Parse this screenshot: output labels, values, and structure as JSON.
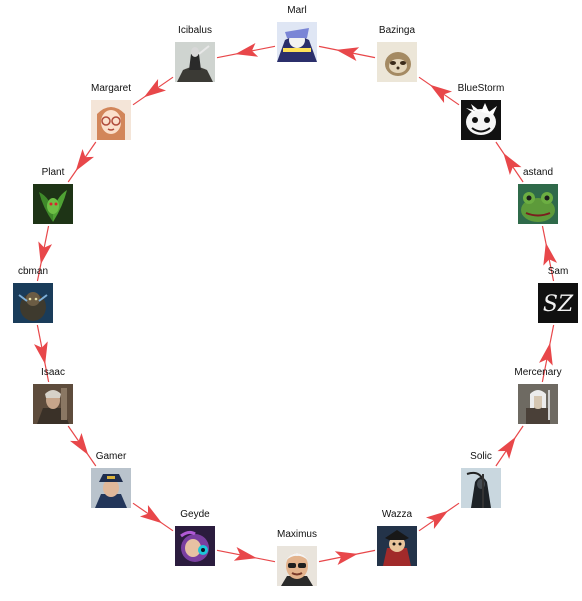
{
  "graph": {
    "edge_color": "#e8474a",
    "nodes": [
      {
        "label": "Marl",
        "icon": "anime-knight-avatar-icon"
      },
      {
        "label": "Bazinga",
        "icon": "sloth-avatar-icon"
      },
      {
        "label": "BlueStorm",
        "icon": "cartoon-face-avatar-icon"
      },
      {
        "label": "astand",
        "icon": "frog-avatar-icon"
      },
      {
        "label": "Sam",
        "icon": "sz-logo-avatar-icon"
      },
      {
        "label": "Mercenary",
        "icon": "witcher-avatar-icon"
      },
      {
        "label": "Solic",
        "icon": "reaper-avatar-icon"
      },
      {
        "label": "Wazza",
        "icon": "pirate-avatar-icon"
      },
      {
        "label": "Maximus",
        "icon": "old-man-avatar-icon"
      },
      {
        "label": "Geyde",
        "icon": "squid-girl-avatar-icon"
      },
      {
        "label": "Gamer",
        "icon": "captain-avatar-icon"
      },
      {
        "label": "Isaac",
        "icon": "warrior-avatar-icon"
      },
      {
        "label": "cbman",
        "icon": "armored-figure-avatar-icon"
      },
      {
        "label": "Plant",
        "icon": "plant-avatar-icon"
      },
      {
        "label": "Margaret",
        "icon": "glasses-girl-avatar-icon"
      },
      {
        "label": "Icibalus",
        "icon": "rider-avatar-icon"
      }
    ],
    "edges": [
      {
        "from": "Bazinga",
        "to": "Marl"
      },
      {
        "from": "BlueStorm",
        "to": "Bazinga"
      },
      {
        "from": "astand",
        "to": "BlueStorm"
      },
      {
        "from": "Sam",
        "to": "astand"
      },
      {
        "from": "Mercenary",
        "to": "Sam"
      },
      {
        "from": "Solic",
        "to": "Mercenary"
      },
      {
        "from": "Wazza",
        "to": "Solic"
      },
      {
        "from": "Maximus",
        "to": "Wazza"
      },
      {
        "from": "Geyde",
        "to": "Maximus"
      },
      {
        "from": "Gamer",
        "to": "Geyde"
      },
      {
        "from": "Isaac",
        "to": "Gamer"
      },
      {
        "from": "cbman",
        "to": "Isaac"
      },
      {
        "from": "Plant",
        "to": "cbman"
      },
      {
        "from": "Margaret",
        "to": "Plant"
      },
      {
        "from": "Icibalus",
        "to": "Margaret"
      },
      {
        "from": "Marl",
        "to": "Icibalus"
      }
    ]
  }
}
